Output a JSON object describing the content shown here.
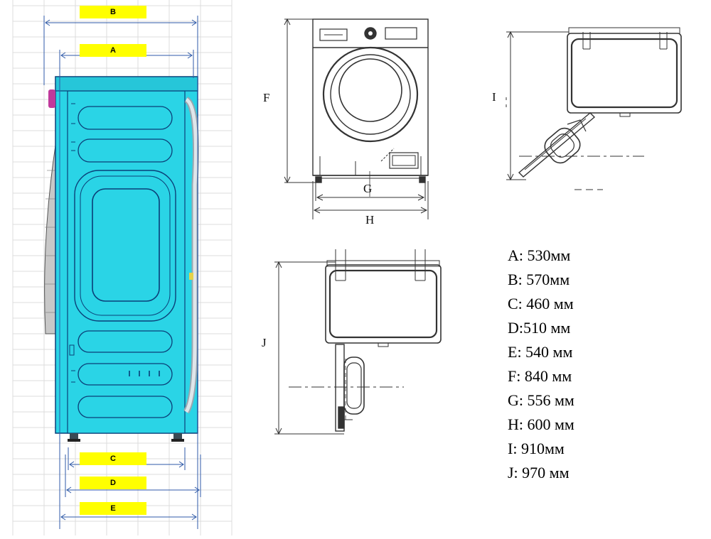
{
  "side_view": {
    "labels": {
      "b": "B",
      "a": "A",
      "c": "C",
      "d": "D",
      "e": "E"
    }
  },
  "front_view": {
    "labels": {
      "f": "F",
      "g": "G",
      "h": "H"
    }
  },
  "top_view_i": {
    "label": "I"
  },
  "top_view_j": {
    "label": "J"
  },
  "specs": [
    "A: 530мм",
    "B: 570мм",
    "C: 460 мм",
    "D:510 мм",
    "E: 540 мм",
    "F: 840 мм",
    "G: 556 мм",
    "H: 600 мм",
    "I: 910мм",
    "J: 970 мм"
  ],
  "colors": {
    "body_fill": "#2ad4e6",
    "body_stroke": "#0b3f78",
    "dimension_line": "#2f5aa8",
    "grid_line": "#d6d6d6",
    "label_bg": "#ffff00",
    "knob": "#c0399b"
  }
}
